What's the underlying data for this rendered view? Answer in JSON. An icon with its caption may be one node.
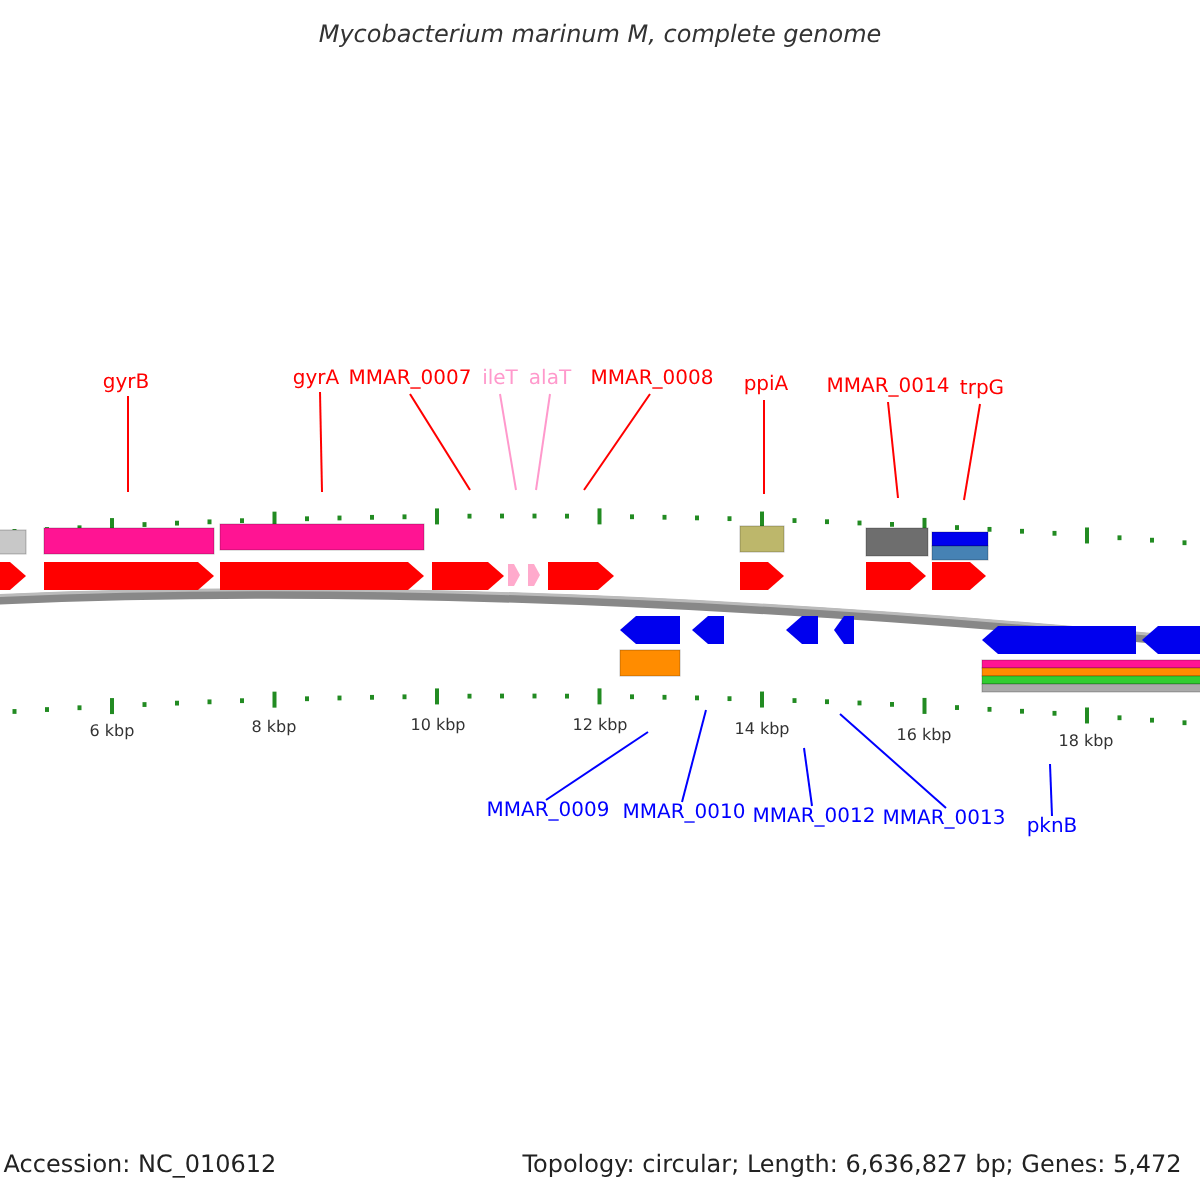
{
  "diagram": {
    "title": "Mycobacterium marinum M, complete genome",
    "nodes": [
      {
        "text": [
          "gyrB"
        ]
      },
      {
        "text": [
          "gyrA"
        ]
      },
      {
        "text": [
          "MMAR_0007"
        ]
      },
      {
        "text": [
          "ileT"
        ]
      },
      {
        "text": [
          "alaT"
        ]
      },
      {
        "text": [
          "MMAR_0008"
        ]
      },
      {
        "text": [
          "ppiA"
        ]
      },
      {
        "text": [
          "MMAR_0014"
        ]
      },
      {
        "text": [
          "trpG"
        ]
      },
      {
        "text": [
          "MMAR_0009"
        ]
      },
      {
        "text": [
          "MMAR_0010"
        ]
      },
      {
        "text": [
          "MMAR_0012"
        ]
      },
      {
        "text": [
          "MMAR_0013"
        ]
      },
      {
        "text": [
          "pknB"
        ]
      }
    ],
    "edges": [
      {
        "from": 0,
        "to": null,
        "arrow": "none"
      },
      {
        "from": 1,
        "to": null,
        "arrow": "none"
      },
      {
        "from": 2,
        "to": null,
        "arrow": "none"
      },
      {
        "from": 3,
        "to": null,
        "arrow": "none",
        "color": "#ff99cc"
      },
      {
        "from": 4,
        "to": null,
        "arrow": "none",
        "color": "#ff99cc"
      },
      {
        "from": 5,
        "to": null,
        "arrow": "none"
      },
      {
        "from": 6,
        "to": null,
        "arrow": "none"
      },
      {
        "from": 7,
        "to": null,
        "arrow": "none"
      },
      {
        "from": 8,
        "to": null,
        "arrow": "none"
      },
      {
        "from": 9,
        "to": null,
        "arrow": "none",
        "color": "#0000ff"
      },
      {
        "from": 10,
        "to": null,
        "arrow": "none",
        "color": "#0000ff"
      },
      {
        "from": 11,
        "to": null,
        "arrow": "none",
        "color": "#0000ff"
      },
      {
        "from": 12,
        "to": null,
        "arrow": "none",
        "color": "#0000ff"
      },
      {
        "from": 13,
        "to": null,
        "arrow": "none",
        "color": "#0000ff"
      }
    ],
    "labels": [
      "6 kbp",
      "8 kbp",
      "10 kbp",
      "12 kbp",
      "14 kbp",
      "16 kbp",
      "18 kbp",
      "Accession: NC_010612",
      "Topology: circular; Length: 6,636,827 bp; Genes: 5,472"
    ]
  }
}
